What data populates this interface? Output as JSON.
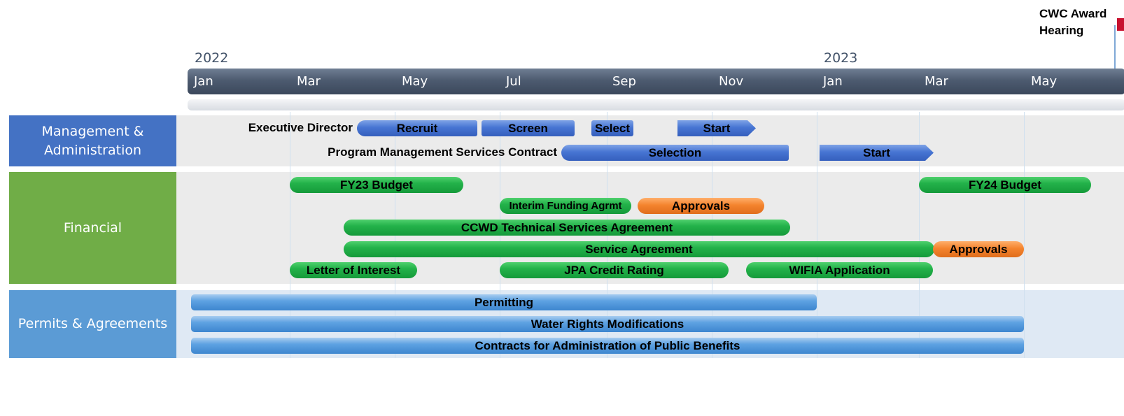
{
  "timeline": {
    "years": [
      "2022",
      "2023"
    ],
    "months": [
      "Jan",
      "Mar",
      "May",
      "Jul",
      "Sep",
      "Nov",
      "Jan",
      "Mar",
      "May"
    ]
  },
  "milestone": {
    "label": "CWC Award\nHearing",
    "color": "#c8102e"
  },
  "lanes": [
    {
      "label": "Management &\nAdministration",
      "color": "#4472c4"
    },
    {
      "label": "Financial",
      "color": "#70ad47"
    },
    {
      "label": "Permits & Agreements",
      "color": "#5b9bd5"
    }
  ],
  "management": {
    "row1_label": "Executive Director",
    "row2_label": "Program Management Services Contract",
    "recruit": "Recruit",
    "screen": "Screen",
    "select": "Select",
    "start1": "Start",
    "selection": "Selection",
    "start2": "Start"
  },
  "financial": {
    "fy23_budget": "FY23 Budget",
    "fy24_budget": "FY24 Budget",
    "interim_funding": "Interim Funding Agrmt",
    "approvals1": "Approvals",
    "ccwd_tsa": "CCWD Technical Services Agreement",
    "service_agreement": "Service Agreement",
    "approvals2": "Approvals",
    "letter_of_interest": "Letter of Interest",
    "jpa_credit_rating": "JPA Credit Rating",
    "wifia_application": "WIFIA Application"
  },
  "permits": {
    "permitting": "Permitting",
    "water_rights": "Water Rights Modifications",
    "contracts": "Contracts for Administration of Public Benefits"
  },
  "colors": {
    "green": "#1fad45",
    "orange": "#f0822c",
    "blue": "#4472c4",
    "light_blue": "#5b9bd5",
    "axis": "#4d5b70"
  }
}
